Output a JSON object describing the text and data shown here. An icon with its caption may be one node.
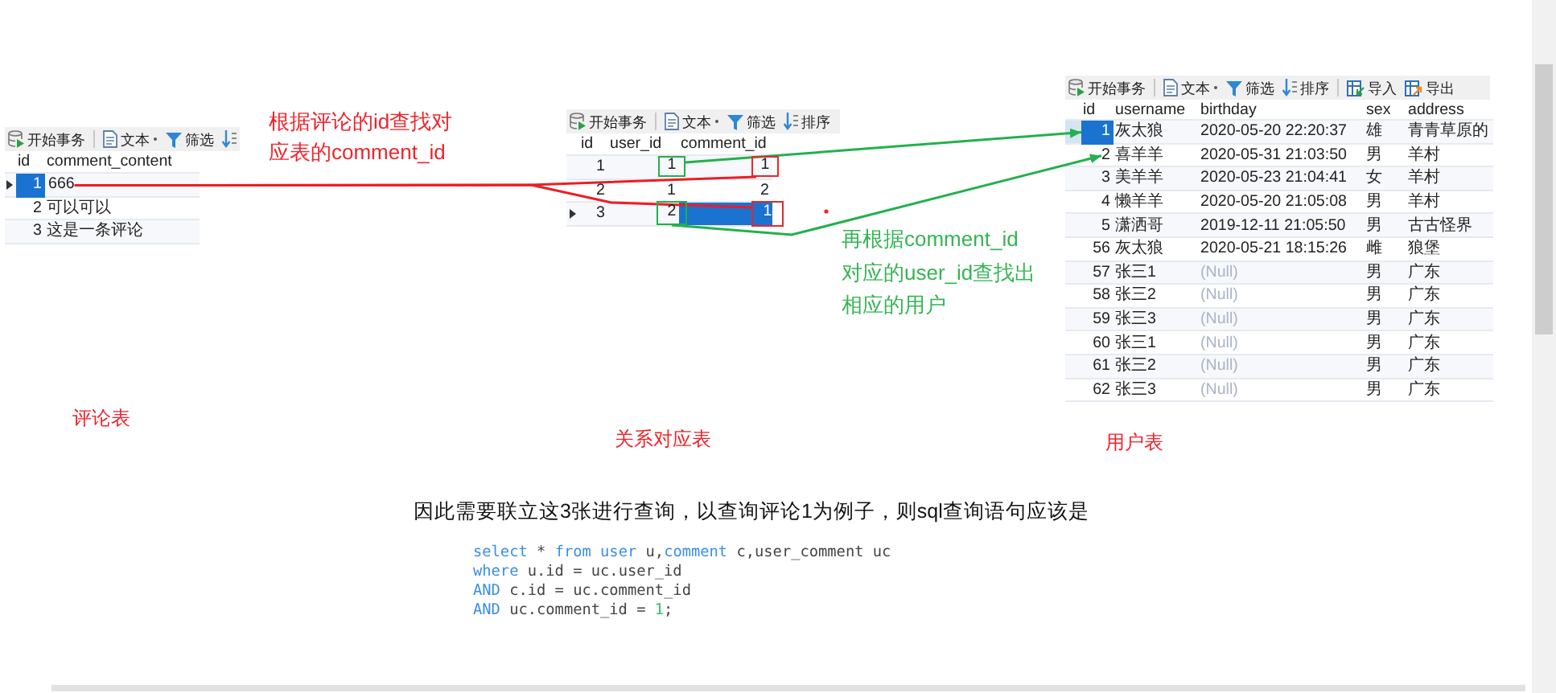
{
  "diagram": {
    "nodes": [
      {
        "text": [
          "666"
        ]
      },
      {
        "text": [
          "1"
        ]
      },
      {
        "text": [
          "1"
        ]
      },
      {
        "text": [
          "2"
        ]
      },
      {
        "text": [
          "1"
        ]
      },
      {
        "text": [
          "1"
        ]
      },
      {
        "text": [
          "2"
        ]
      }
    ],
    "edges": [
      {
        "from": 0,
        "to": 2,
        "arrow": "none",
        "color": "#ee1c25"
      },
      {
        "from": 0,
        "to": 4,
        "arrow": "none",
        "color": "#ee1c25"
      },
      {
        "from": 1,
        "to": 5,
        "arrow": "to",
        "color": "#22b14c"
      },
      {
        "from": 3,
        "to": 6,
        "arrow": "to",
        "color": "#22b14c"
      }
    ],
    "labels": [
      "根据评论的id查找对应表的comment_id",
      "开始事务",
      "文本",
      "筛选",
      "id",
      "comment_content",
      "1",
      "2",
      "可以可以",
      "3",
      "这是一条评论",
      "开始事务",
      "文本",
      "筛选",
      "排序",
      "id",
      "user_id",
      "comment_id",
      "1",
      "2",
      "1",
      "2",
      "3",
      "再根据comment_id对应的user_id查找出相应的用户",
      "开始事务",
      "文本",
      "筛选",
      "排序",
      "导入",
      "导出",
      "id",
      "username",
      "birthday",
      "sex",
      "address",
      "灰太狼",
      "2020-05-20 22:20:37",
      "雄",
      "青青草原的",
      "喜羊羊",
      "2020-05-31 21:03:50",
      "男",
      "羊村",
      "3",
      "美羊羊",
      "2020-05-23 21:04:41",
      "女",
      "羊村",
      "4",
      "懒羊羊",
      "2020-05-20 21:05:08",
      "男",
      "羊村",
      "5",
      "潇洒哥",
      "2019-12-11 21:05:50",
      "男",
      "古古怪界",
      "56",
      "灰太狼",
      "2020-05-21 18:15:26",
      "雌",
      "狼堡",
      "57",
      "张三1",
      "(Null)",
      "男",
      "广东",
      "58",
      "张三2",
      "(Null)",
      "男",
      "广东",
      "59",
      "张三3",
      "(Null)",
      "男",
      "广东",
      "60",
      "张三1",
      "(Null)",
      "男",
      "广东",
      "61",
      "张三2",
      "(Null)",
      "男",
      "广东",
      "62",
      "张三3",
      "(Null)",
      "男",
      "广东",
      "评论表",
      "关系对应表",
      "用户表",
      "因此需要联立这3张进行查询，以查询评论1为例子，则sql查询语句应该是",
      "select * from user u,comment c,user_comment uc",
      "where u.id = uc.user_id",
      "AND c.id = uc.comment_id",
      "AND uc.comment_id = 1;"
    ]
  }
}
